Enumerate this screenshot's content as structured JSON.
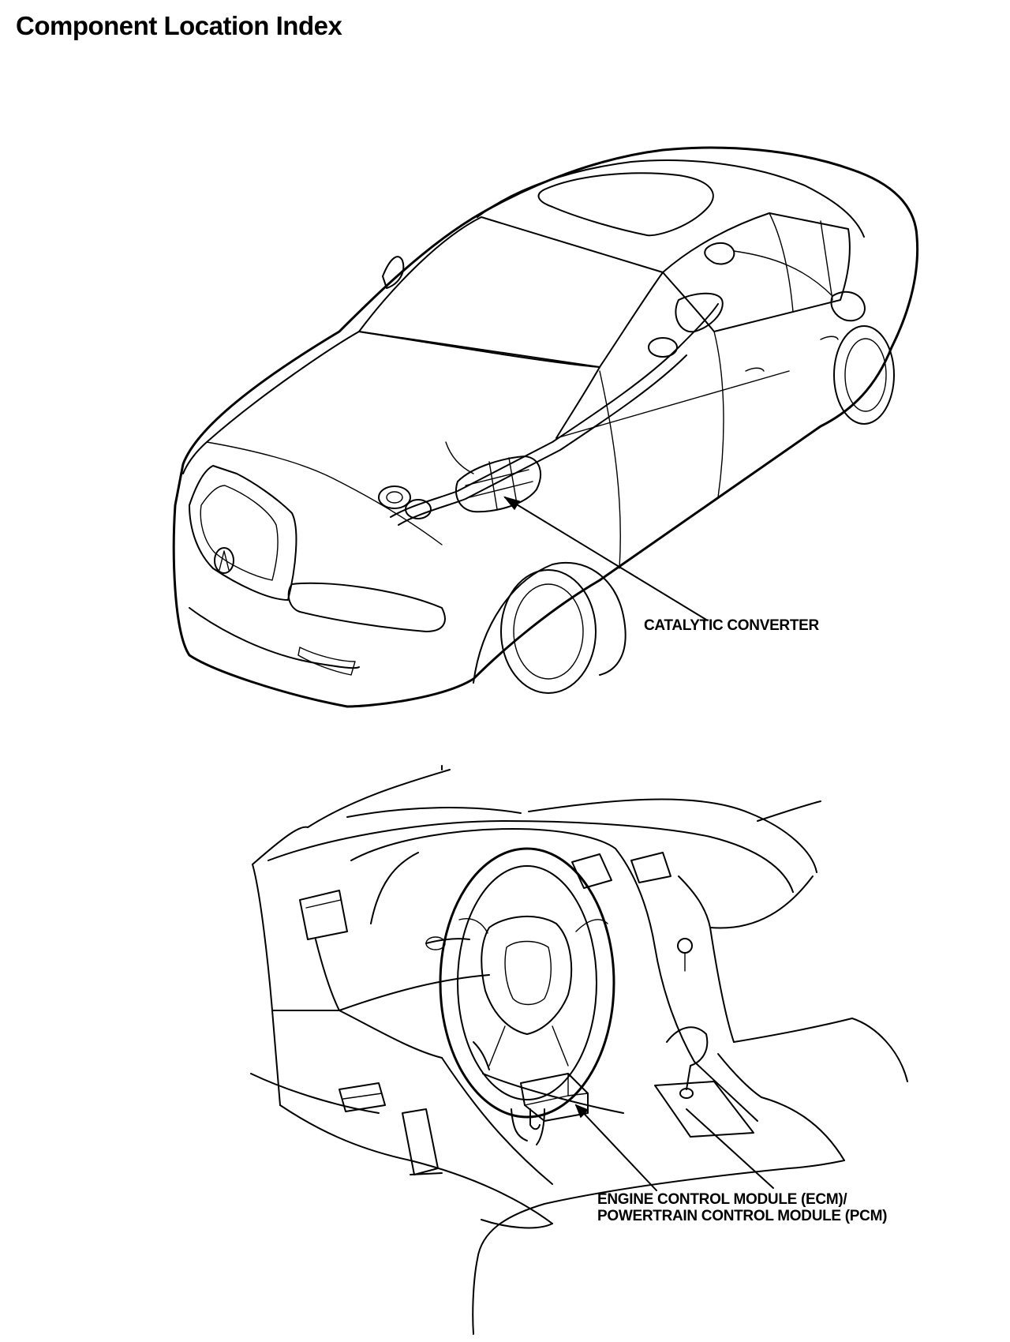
{
  "page": {
    "title": "Component Location Index"
  },
  "callouts": {
    "catalytic_converter": "CATALYTIC CONVERTER",
    "ecm_line1": "ENGINE CONTROL MODULE (ECM)/",
    "ecm_line2": "POWERTRAIN CONTROL MODULE (PCM)"
  }
}
